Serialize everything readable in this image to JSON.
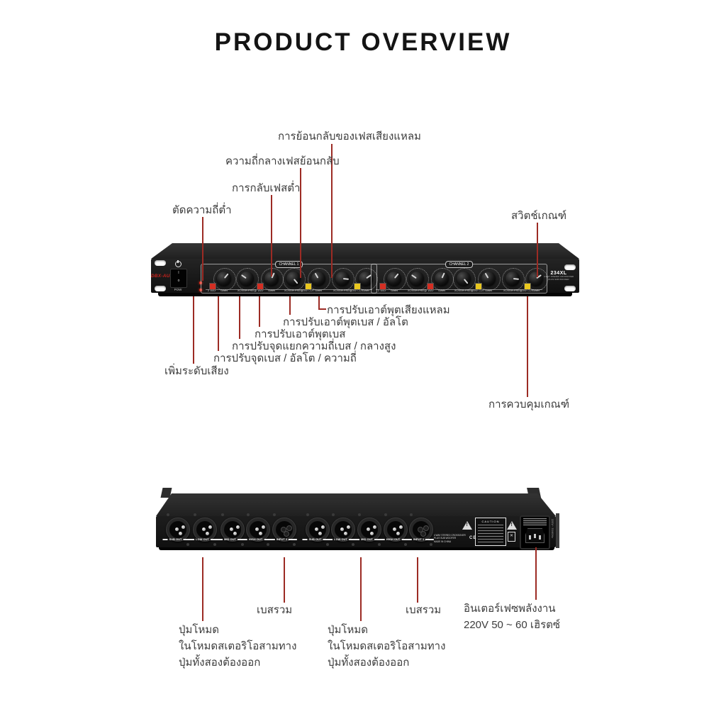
{
  "title": "PRODUCT OVERVIEW",
  "colors": {
    "annotation_line": "#9c2b24",
    "label_text": "#3c3c3c",
    "logo_red": "#c8221c",
    "button_red": "#d32f23",
    "button_yellow": "#e9c71f"
  },
  "front": {
    "logo": "DBX-AUDIO",
    "power_label": "POW",
    "model": "234XL",
    "model_sub1": "4 WAY STEREO CROSSOVER",
    "model_sub2": "PLUS SUB WOOFER",
    "channels": [
      "CHANNEL 1",
      "CHANNEL 2"
    ],
    "knob_labels": [
      "GAIN",
      "XOVER FREQ",
      "GAIN",
      "XOVER FREQ",
      "GAIN",
      "XOVER FREQ",
      "GAIN"
    ],
    "red_button_label": "2 WAY",
    "yellow_button_label": "LOW CUT"
  },
  "rear": {
    "connectors": [
      {
        "type": "male",
        "label": "SUB OUT"
      },
      {
        "type": "male",
        "label": "LOW OUT"
      },
      {
        "type": "male",
        "label": "MID OUT"
      },
      {
        "type": "male",
        "label": "HIGH OUT"
      },
      {
        "type": "female",
        "label": "INPUT 2"
      },
      {
        "type": "male",
        "label": "SUB OUT"
      },
      {
        "type": "male",
        "label": "LOW OUT"
      },
      {
        "type": "male",
        "label": "MID OUT"
      },
      {
        "type": "male",
        "label": "HIGH OUT"
      },
      {
        "type": "female",
        "label": "INPUT 1"
      }
    ],
    "caution": "CAUTION",
    "ce": "CE",
    "weee_mark": "✕",
    "info_lines": [
      "4 WAY STEREO CROSSOVER",
      "PLUS SUB WOOFER",
      "MADE IN CHINA"
    ],
    "power_side_text": "220V~ 50/60Hz"
  },
  "annotations": {
    "front_top": [
      {
        "text": "การย้อนกลับของเฟสเสียงแหลม"
      },
      {
        "text": "ความถี่กลางเฟสย้อนกลับ"
      },
      {
        "text": "การกลับเฟสต่ำ"
      },
      {
        "text": "ตัดความถี่ต่ำ"
      },
      {
        "text": "สวิตช์เกณฑ์"
      }
    ],
    "front_bottom": [
      {
        "text": "การปรับเอาต์พุตเสียงแหลม"
      },
      {
        "text": "การปรับเอาต์พุตเบส / อัลโต"
      },
      {
        "text": "การปรับเอาต์พุตเบส"
      },
      {
        "text": "การปรับจุดแยกความถี่เบส / กลางสูง"
      },
      {
        "text": "การปรับจุดเบส / อัลโต / ความถี่"
      },
      {
        "text": "เพิ่มระดับเสียง"
      },
      {
        "text": "การควบคุมเกณฑ์"
      }
    ],
    "rear": [
      {
        "text": "เบสรวม"
      },
      {
        "text": "เบสรวม"
      },
      {
        "lines": [
          "ปุ่มโหมด",
          "ในโหมดสเตอริโอสามทาง",
          "ปุ่มทั้งสองต้องออก"
        ]
      },
      {
        "lines": [
          "ปุ่มโหมด",
          "ในโหมดสเตอริโอสามทาง",
          "ปุ่มทั้งสองต้องออก"
        ]
      },
      {
        "lines": [
          "อินเตอร์เฟซพลังงาน",
          "220V 50 ~ 60 เฮิรตซ์"
        ]
      }
    ]
  }
}
